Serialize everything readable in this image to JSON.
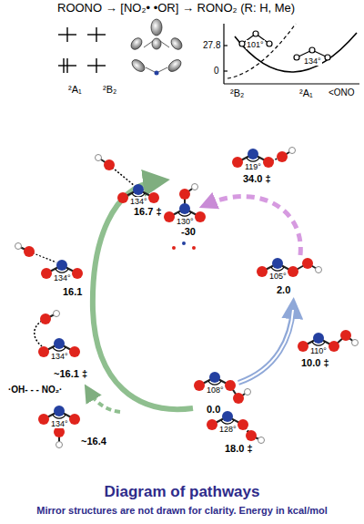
{
  "diagram": {
    "title": "Diagram of pathways",
    "caption": "Mirror structures are not drawn for clarity. Energy in kcal/mol",
    "labels": [
      "ROONO → [NO₂• •OR] → RONO₂ (R: H, Me)",
      "²A₁",
      "²B₂",
      "27.8",
      "0",
      "101°",
      "134°",
      "²B₂",
      "²A₁",
      "<ONO",
      "134°",
      "16.7 ‡",
      "130°",
      "-30",
      "119°",
      "34.0 ‡",
      "105°",
      "2.0",
      "110°",
      "10.0 ‡",
      "108°",
      "0.0",
      "128°",
      "18.0 ‡",
      "134°",
      "~16.4",
      "·OH- - - NO₂·",
      "134°",
      "~16.1 ‡",
      "134°",
      "16.1"
    ]
  }
}
